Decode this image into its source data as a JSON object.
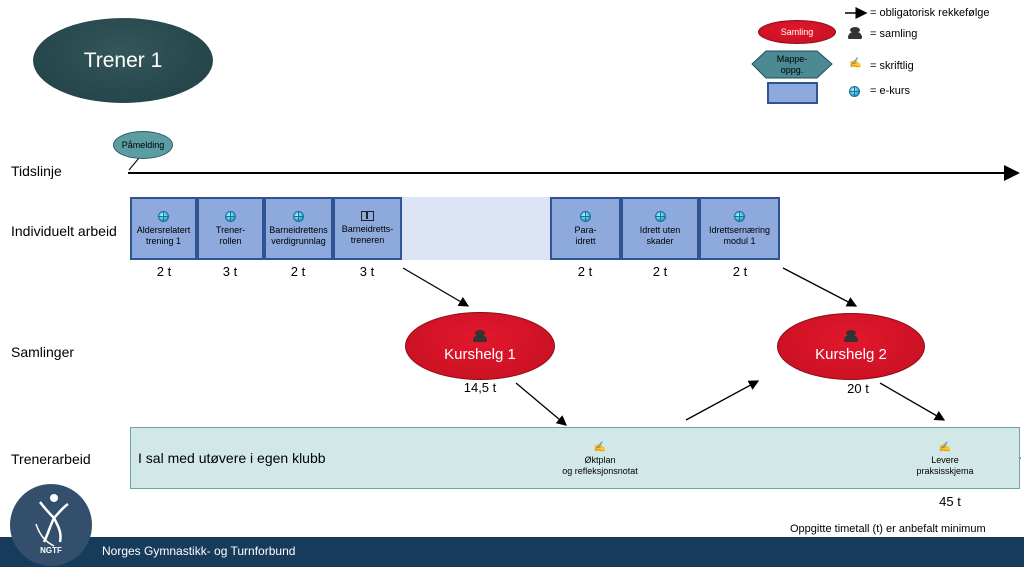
{
  "title": "Trener 1",
  "legend": {
    "arrow_text": "= obligatorisk rekkefølge",
    "samling_label": "Samling",
    "samling_text": "= samling",
    "mappe_label": "Mappe-\noppg.",
    "mappe_text": "= skriftlig",
    "ekurs_text": "= e-kurs",
    "icons": [
      "people-icon",
      "pen-icon",
      "globe-icon"
    ]
  },
  "pamelding": "Påmelding",
  "rows": {
    "tidslinje": "Tidslinje",
    "individuelt": "Individuelt arbeid",
    "samlinger": "Samlinger",
    "trenerarbeid": "Trenerarbeid"
  },
  "individual_boxes": [
    {
      "label": "Aldersrelatert trening 1",
      "hours": "2 t",
      "icon": "globe-icon"
    },
    {
      "label": "Trener-\nrollen",
      "hours": "3 t",
      "icon": "globe-icon"
    },
    {
      "label": "Barneidrettens verdigrunnlag",
      "hours": "2 t",
      "icon": "globe-icon"
    },
    {
      "label": "Barneidretts-\ntreneren",
      "hours": "3 t",
      "icon": "book-icon"
    },
    {
      "label": "Para-\nidrett",
      "hours": "2 t",
      "icon": "globe-icon"
    },
    {
      "label": "Idrett uten\nskader",
      "hours": "2 t",
      "icon": "globe-icon"
    },
    {
      "label": "Idrettsernæring\nmodul 1",
      "hours": "2 t",
      "icon": "globe-icon"
    }
  ],
  "samlinger": [
    {
      "label": "Kurshelg 1",
      "hours": "14,5 t"
    },
    {
      "label": "Kurshelg 2",
      "hours": "20 t"
    }
  ],
  "trenerarbeid": {
    "main_text": "I sal med utøvere i egen klubb",
    "hex1": "Øktplan\nog refleksjonsnotat",
    "hex2": "Levere\npraksisskjema",
    "hex2_hours": "45 t"
  },
  "note": "Oppgitte timetall (t) er anbefalt minimum",
  "footer": "Norges Gymnastikk- og Turnforbund",
  "logo_text": "NGTF",
  "colors": {
    "box_fill": "#8ea9dc",
    "box_border": "#2f5496",
    "red": "#d5152a",
    "teal": "#4b8a92",
    "footer": "#173b5b"
  }
}
